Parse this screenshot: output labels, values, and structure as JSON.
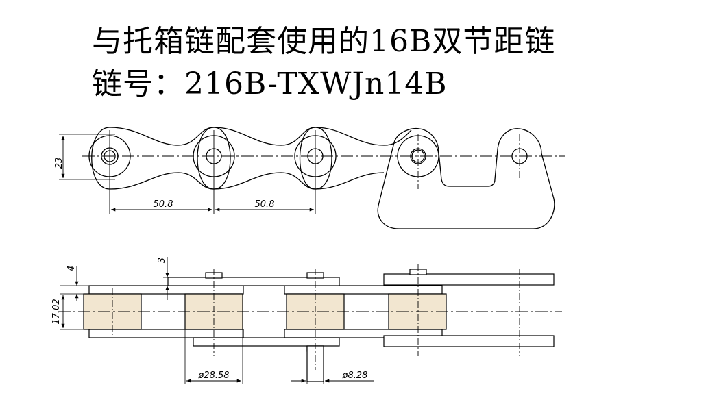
{
  "title": {
    "line1": "与托箱链配套使用的16B双节距链",
    "line2": "链号：216B-TXWJn14B"
  },
  "dimensions": {
    "height": "23",
    "pitch_1": "50.8",
    "pitch_2": "50.8",
    "plate_offset": "4",
    "plate_thickness": "3",
    "inner_width": "17.02",
    "roller_diameter": "ø28.58",
    "pin_diameter": "ø8.28"
  },
  "colors": {
    "line": "#000000",
    "roller_fill": "#f2e6d0",
    "plate_fill": "#ffffff",
    "centerline": "#000000"
  }
}
